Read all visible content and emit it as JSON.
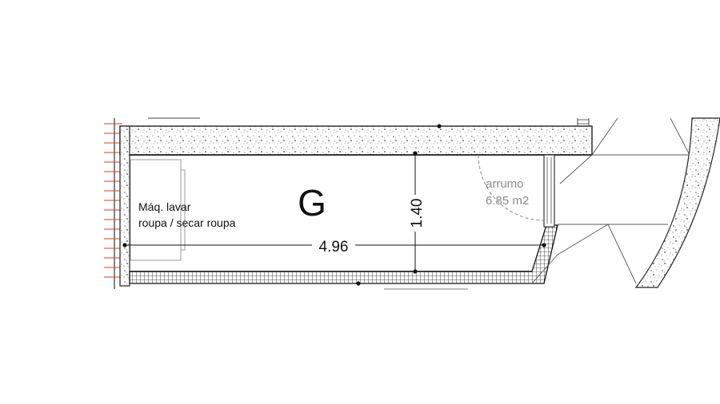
{
  "plan": {
    "room_letter": "G",
    "appliance_label_line1": "Máq. lavar",
    "appliance_label_line2": "roupa / secar roupa",
    "storage_label": "arrumo",
    "storage_area": "6.85 m2",
    "dim_length": "4.96",
    "dim_width": "1.40"
  }
}
